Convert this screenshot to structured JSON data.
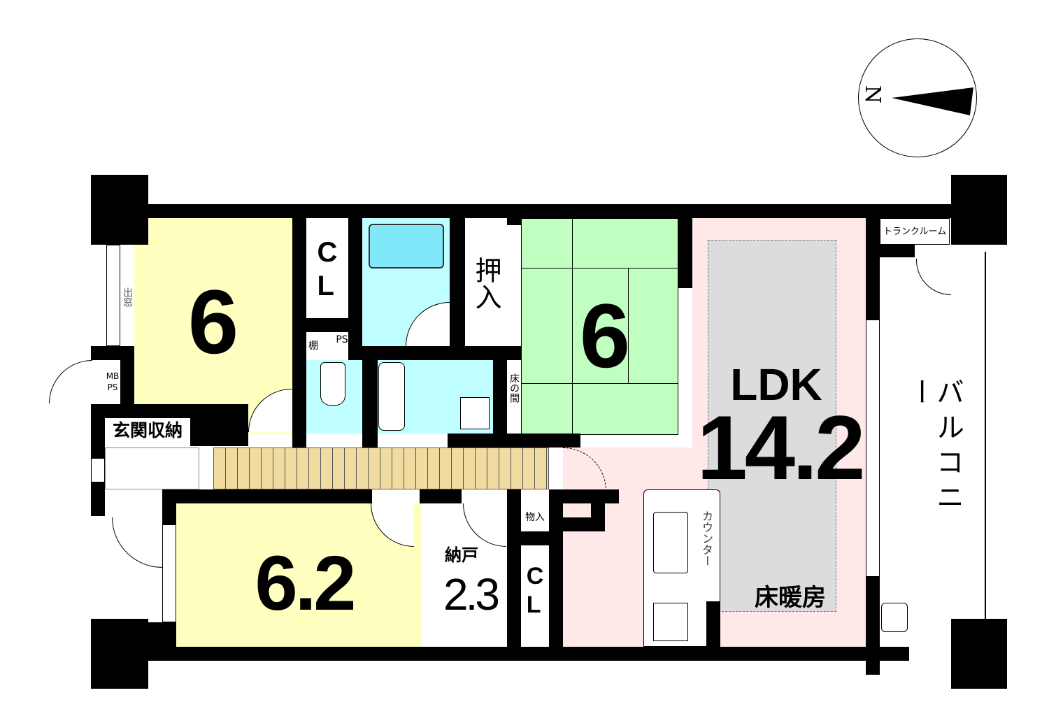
{
  "compass": {
    "label": "N"
  },
  "rooms": {
    "western1": {
      "size": "6",
      "closet": "C\nL",
      "window_label": "出窓"
    },
    "bath": {},
    "oshiire": {
      "label": "押入"
    },
    "japanese": {
      "size": "6",
      "tokonoma": "床の間"
    },
    "ldk": {
      "label": "LDK",
      "size": "14.2",
      "floor_heating": "床暖房",
      "counter": "カウンター"
    },
    "trunk_room": {
      "label": "トランクルーム"
    },
    "balcony": {
      "label": "バルコニー"
    },
    "shelf": {
      "label": "棚"
    },
    "ps": {
      "label": "PS"
    },
    "mbps": {
      "line1": "MB",
      "line2": "PS"
    },
    "entrance_storage": {
      "label": "玄関収納"
    },
    "western2": {
      "size": "6.2"
    },
    "storage_room": {
      "label": "納戸",
      "size": "2.3",
      "closet": "C\nL"
    },
    "monoire": {
      "label": "物入"
    }
  },
  "colors": {
    "western": "#ffffc0",
    "water": "#c0ffff",
    "japanese": "#c0ffc0",
    "ldk": "#ffe8e8",
    "heating": "#dcdcdc",
    "corridor": "#f0dca0"
  }
}
